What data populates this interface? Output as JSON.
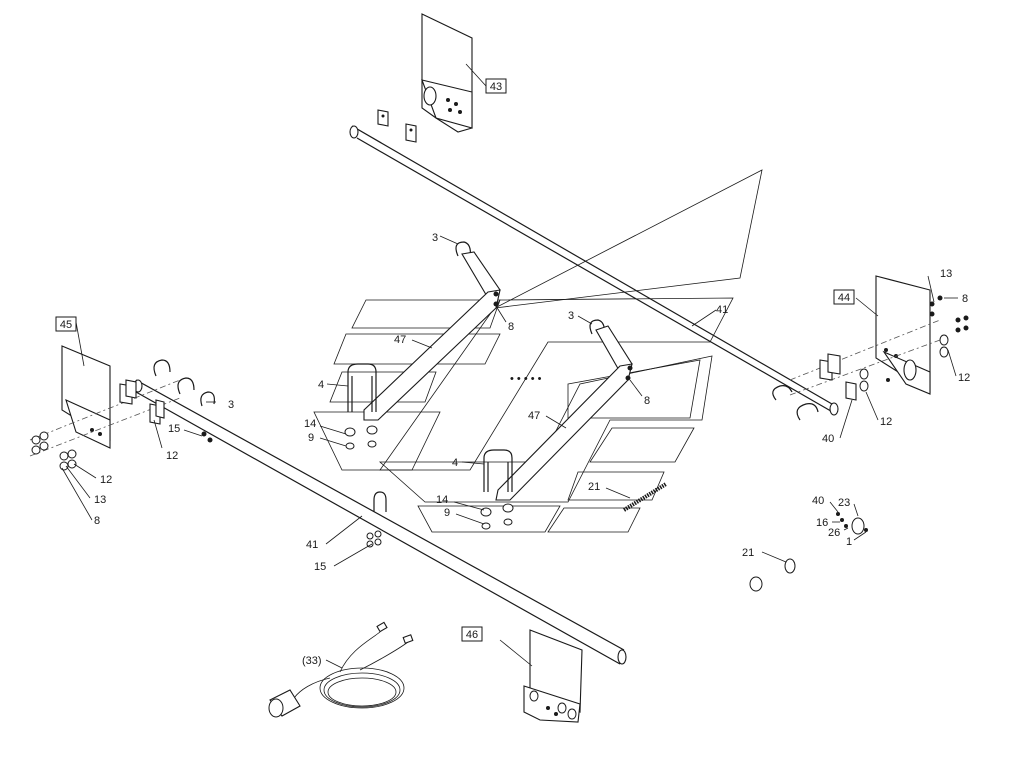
{
  "callouts": {
    "c43": "43",
    "c44": "44",
    "c45": "45",
    "c46": "46",
    "c13a": "13",
    "c8a": "8",
    "c12a": "12",
    "c12b": "12",
    "c40a": "40",
    "c3a": "3",
    "c8b": "8",
    "c47a": "47",
    "c4a": "4",
    "c14a": "14",
    "c9a": "9",
    "c3b": "3",
    "c41a": "41",
    "c8c": "8",
    "c47b": "47",
    "c4b": "4",
    "c14b": "14",
    "c9b": "9",
    "c21a": "21",
    "c3c": "3",
    "c15a": "15",
    "c12c": "12",
    "c12d": "12",
    "c13b": "13",
    "c8d": "8",
    "c41b": "41",
    "c15b": "15",
    "c33": "(33)",
    "c40b": "40",
    "c23": "23",
    "c16": "16",
    "c26": "26",
    "c1": "1",
    "c21b": "21"
  }
}
